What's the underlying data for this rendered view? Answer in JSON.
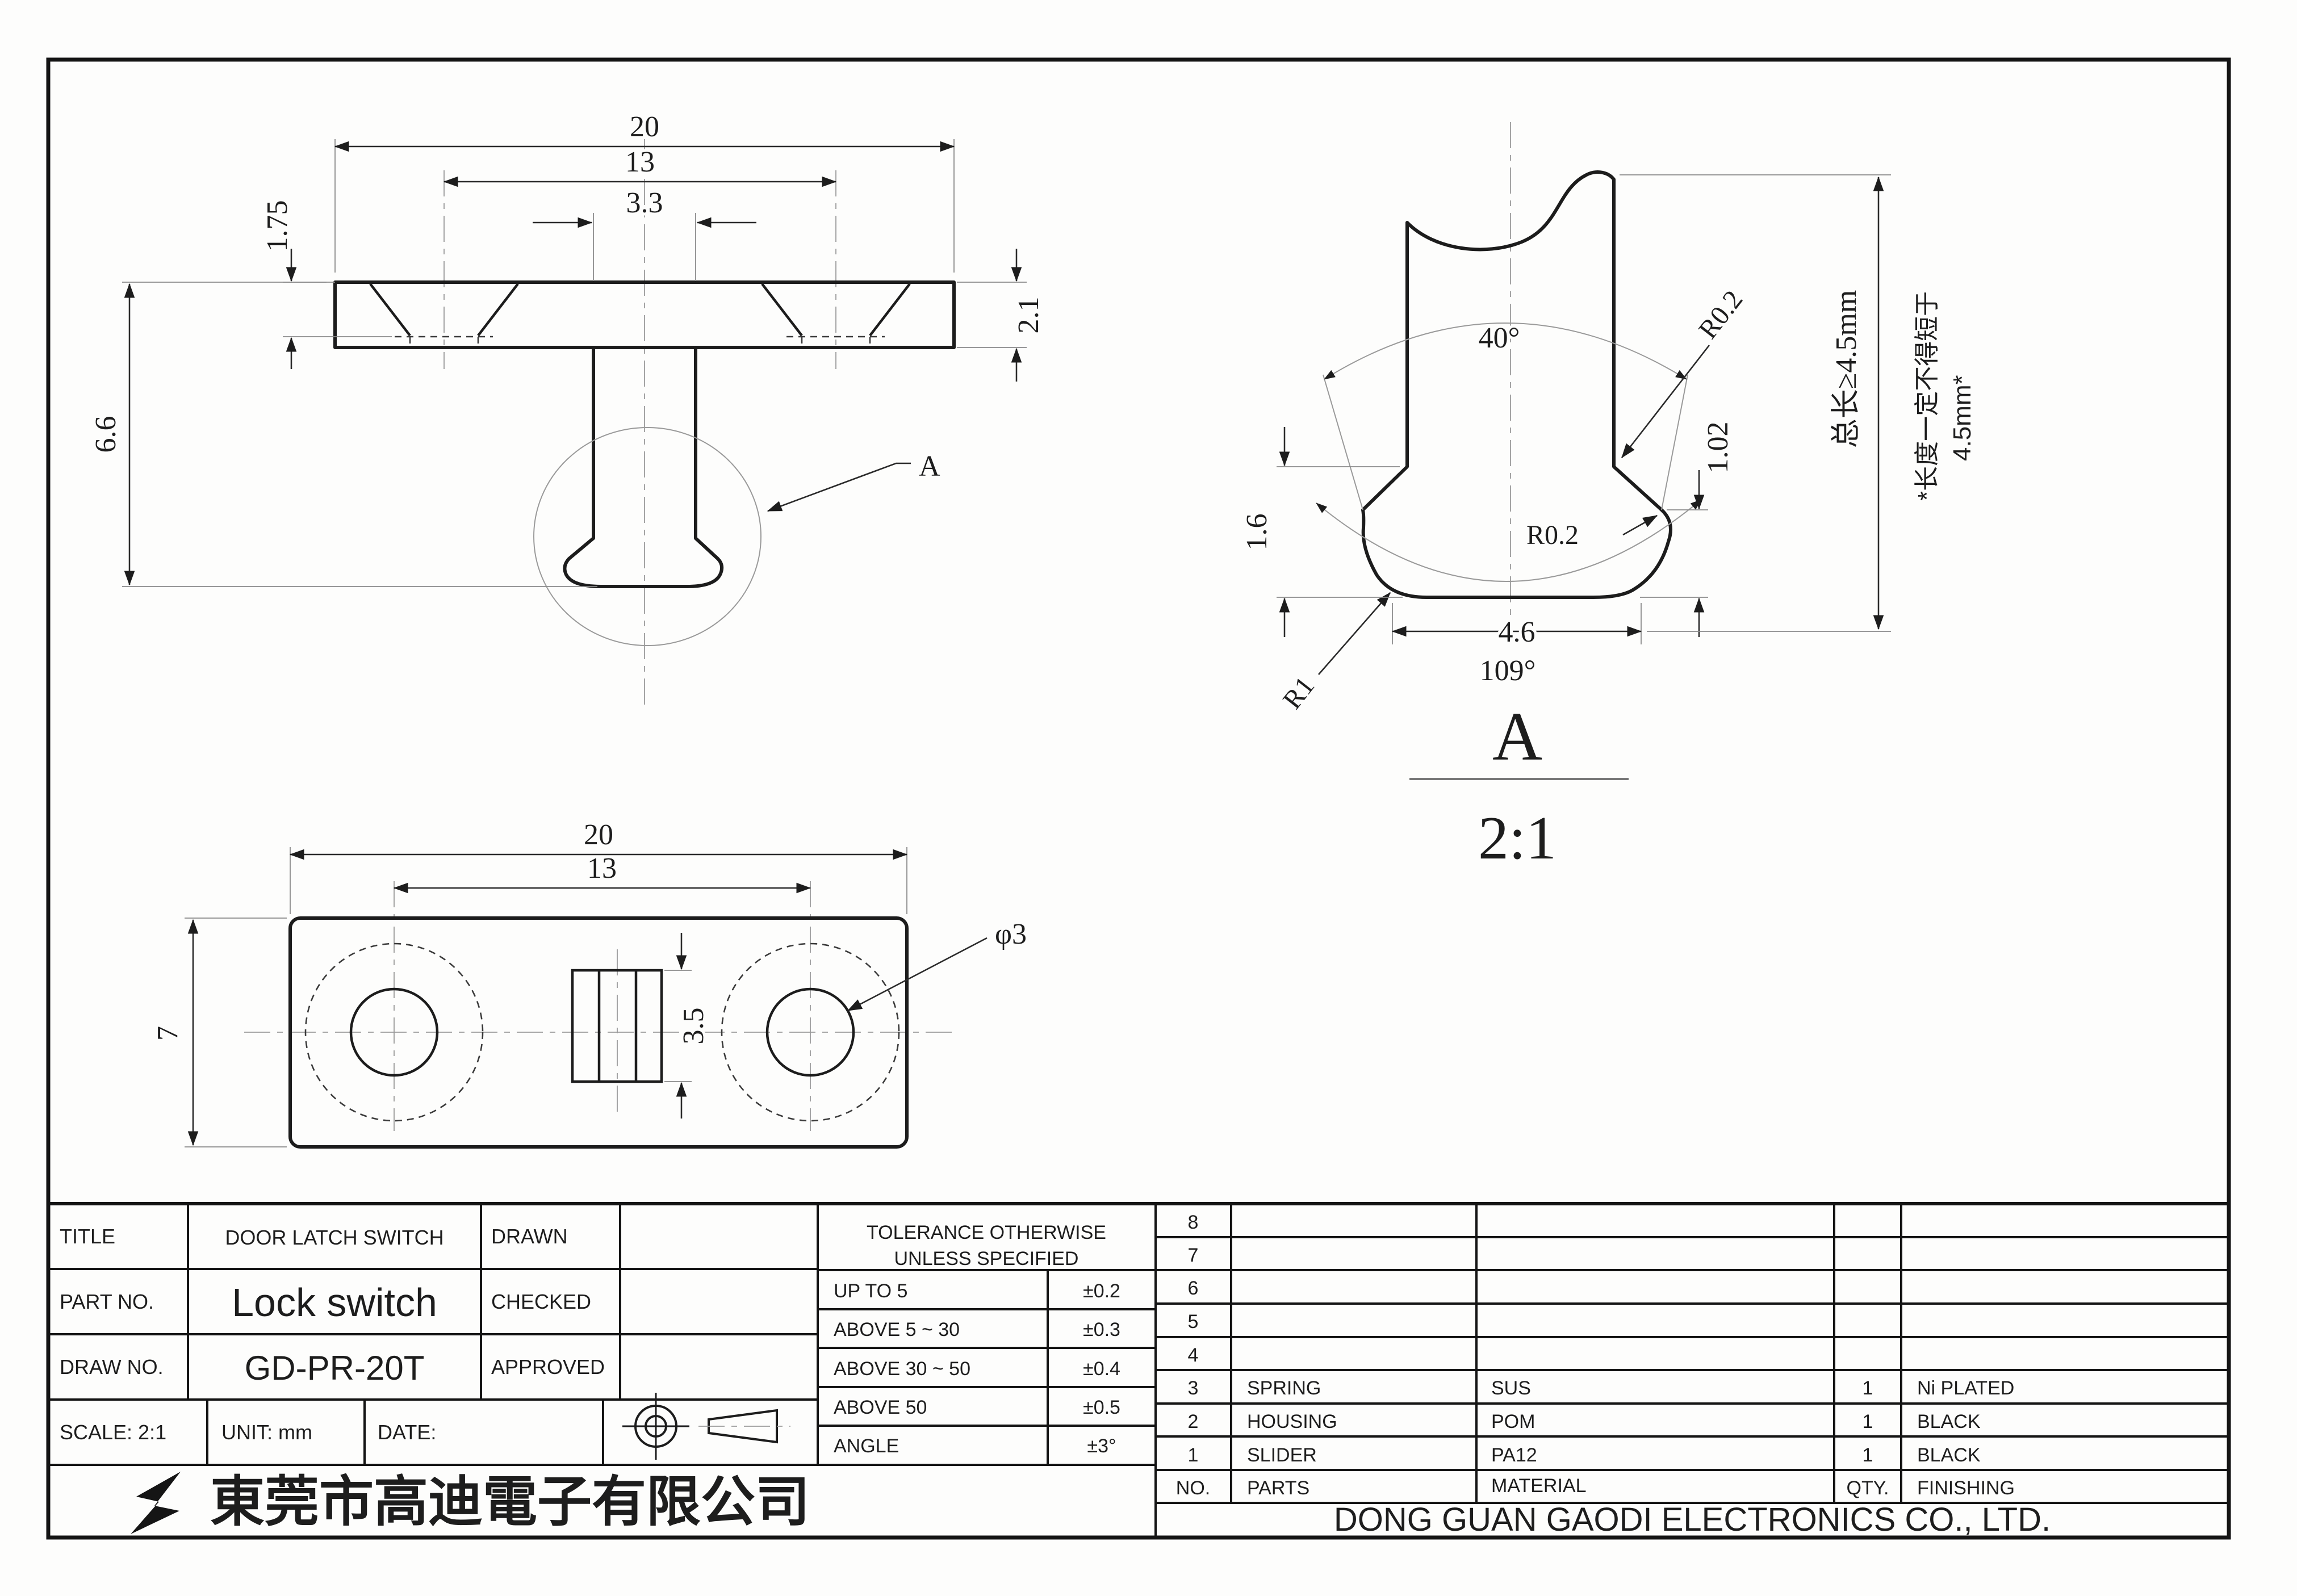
{
  "front_view": {
    "dim_width": "20",
    "dim_hole_spacing": "13",
    "dim_stem_width": "3.3",
    "dim_countersink_depth": "1.75",
    "dim_flange_height": "2.1",
    "dim_total_height": "6.6",
    "detail_callout": "A"
  },
  "detail_view": {
    "dim_angle_top": "40°",
    "dim_radius_upper": "R0.2",
    "dim_notch_height": "1.02",
    "dim_radius_lower": "R0.2",
    "dim_side_height": "1.6",
    "dim_angle_bottom": "109°",
    "dim_radius_foot": "R1",
    "dim_width": "4.6",
    "dim_total_length": "总长≥4.5mm",
    "note_line1": "*长度一定不得短于",
    "note_line2": "4.5mm*",
    "label": "A",
    "scale": "2:1"
  },
  "top_view": {
    "dim_width": "20",
    "dim_hole_spacing": "13",
    "dim_height": "7",
    "dim_slot_height": "3.5",
    "dim_hole_dia": "φ3"
  },
  "title_block": {
    "title_label": "TITLE",
    "title_value": "DOOR LATCH SWITCH",
    "part_no_label": "PART NO.",
    "part_no_value": "Lock switch",
    "draw_no_label": "DRAW NO.",
    "draw_no_value": "GD-PR-20T",
    "drawn_label": "DRAWN",
    "checked_label": "CHECKED",
    "approved_label": "APPROVED",
    "scale_label": "SCALE: 2:1",
    "unit_label": "UNIT: mm",
    "date_label": "DATE:"
  },
  "tolerance_table": {
    "header_line1": "TOLERANCE OTHERWISE",
    "header_line2": "UNLESS SPECIFIED",
    "rows": [
      {
        "range": "UP TO 5",
        "value": "±0.2"
      },
      {
        "range": "ABOVE 5 ~ 30",
        "value": "±0.3"
      },
      {
        "range": "ABOVE 30 ~ 50",
        "value": "±0.4"
      },
      {
        "range": "ABOVE 50",
        "value": "±0.5"
      },
      {
        "range": "ANGLE",
        "value": "±3°"
      }
    ]
  },
  "parts_table": {
    "headers": {
      "no": "NO.",
      "parts": "PARTS",
      "material": "MATERIAL",
      "qty": "QTY.",
      "finishing": "FINISHING"
    },
    "rows": [
      {
        "no": "8",
        "parts": "",
        "material": "",
        "qty": "",
        "finishing": ""
      },
      {
        "no": "7",
        "parts": "",
        "material": "",
        "qty": "",
        "finishing": ""
      },
      {
        "no": "6",
        "parts": "",
        "material": "",
        "qty": "",
        "finishing": ""
      },
      {
        "no": "5",
        "parts": "",
        "material": "",
        "qty": "",
        "finishing": ""
      },
      {
        "no": "4",
        "parts": "",
        "material": "",
        "qty": "",
        "finishing": ""
      },
      {
        "no": "3",
        "parts": "SPRING",
        "material": "SUS",
        "qty": "1",
        "finishing": "Ni PLATED"
      },
      {
        "no": "2",
        "parts": "HOUSING",
        "material": "POM",
        "qty": "1",
        "finishing": "BLACK"
      },
      {
        "no": "1",
        "parts": "SLIDER",
        "material": "PA12",
        "qty": "1",
        "finishing": "BLACK"
      }
    ]
  },
  "company": {
    "name_cn": "東莞市高迪電子有限公司",
    "name_en": "DONG GUAN GAODI ELECTRONICS CO., LTD."
  }
}
